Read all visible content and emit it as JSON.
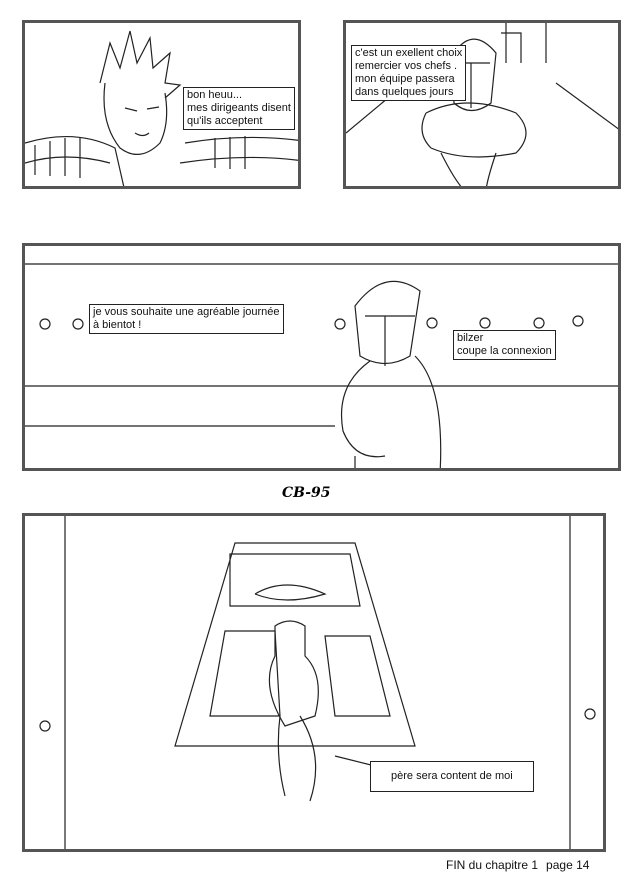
{
  "panel1": {
    "bubble": "bon heuu...\nmes dirigeants disent\nqu'ils acceptent"
  },
  "panel2": {
    "bubble": "c'est un exellent choix\nremercier vos chefs .\nmon équipe passera\ndans quelques jours"
  },
  "panel3": {
    "bubble_left": "je vous souhaite une agréable journée\nà bientot !",
    "bubble_right": "bilzer\ncoupe la connexion"
  },
  "signature": "CB-95",
  "panel4": {
    "bubble": "père sera content de moi"
  },
  "footer": {
    "chapter": "FIN du chapitre 1",
    "page": "page 14"
  }
}
